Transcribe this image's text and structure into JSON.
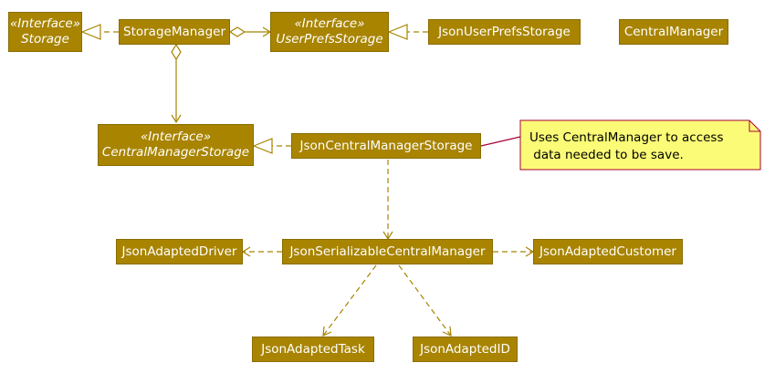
{
  "nodes": {
    "storage": {
      "stereotype": "«Interface»",
      "name": "Storage"
    },
    "storage_manager": {
      "name": "StorageManager"
    },
    "user_prefs_storage": {
      "stereotype": "«Interface»",
      "name": "UserPrefsStorage"
    },
    "json_user_prefs_storage": {
      "name": "JsonUserPrefsStorage"
    },
    "central_manager": {
      "name": "CentralManager"
    },
    "central_manager_storage": {
      "stereotype": "«Interface»",
      "name": "CentralManagerStorage"
    },
    "json_central_manager_storage": {
      "name": "JsonCentralManagerStorage"
    },
    "json_adapted_driver": {
      "name": "JsonAdaptedDriver"
    },
    "json_serializable_central_manager": {
      "name": "JsonSerializableCentralManager"
    },
    "json_adapted_customer": {
      "name": "JsonAdaptedCustomer"
    },
    "json_adapted_task": {
      "name": "JsonAdaptedTask"
    },
    "json_adapted_id": {
      "name": "JsonAdaptedID"
    }
  },
  "note": {
    "line1": "Uses CentralManager to access",
    "line2": " data needed to be save."
  },
  "colors": {
    "node_fill": "#a88400",
    "node_text": "#ffffff",
    "edge": "#a88400",
    "note_fill": "#fbfb77",
    "note_border": "#a80036"
  }
}
